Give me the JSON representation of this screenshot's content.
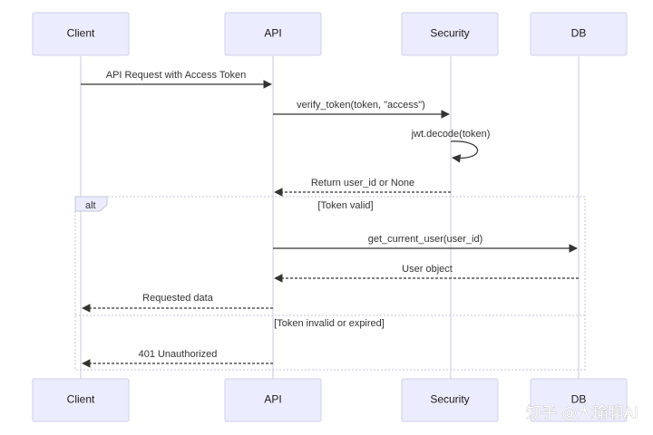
{
  "actors": [
    {
      "key": "client",
      "label": "Client"
    },
    {
      "key": "api",
      "label": "API"
    },
    {
      "key": "security",
      "label": "Security"
    },
    {
      "key": "db",
      "label": "DB"
    }
  ],
  "messages": [
    {
      "from": "client",
      "to": "api",
      "text": "API Request with Access Token",
      "style": "solid"
    },
    {
      "from": "api",
      "to": "security",
      "text": "verify_token(token, \"access\")",
      "style": "solid"
    },
    {
      "from": "security",
      "to": "security",
      "text": "jwt.decode(token)",
      "style": "self"
    },
    {
      "from": "security",
      "to": "api",
      "text": "Return user_id or None",
      "style": "dashed"
    },
    {
      "from": "api",
      "to": "db",
      "text": "get_current_user(user_id)",
      "style": "solid"
    },
    {
      "from": "db",
      "to": "api",
      "text": "User object",
      "style": "dashed"
    },
    {
      "from": "api",
      "to": "client",
      "text": "Requested data",
      "style": "dashed"
    },
    {
      "from": "api",
      "to": "client",
      "text": "401 Unauthorized",
      "style": "dashed"
    }
  ],
  "alt": {
    "label": "alt",
    "condition_1": "[Token valid]",
    "condition_2": "[Token invalid or expired]"
  },
  "watermark": "知乎 @大瑜聊AI",
  "colors": {
    "actor_fill": "#ececff",
    "actor_border": "#cfcfe8",
    "lifeline": "#c8c8dd",
    "arrow": "#333333"
  }
}
